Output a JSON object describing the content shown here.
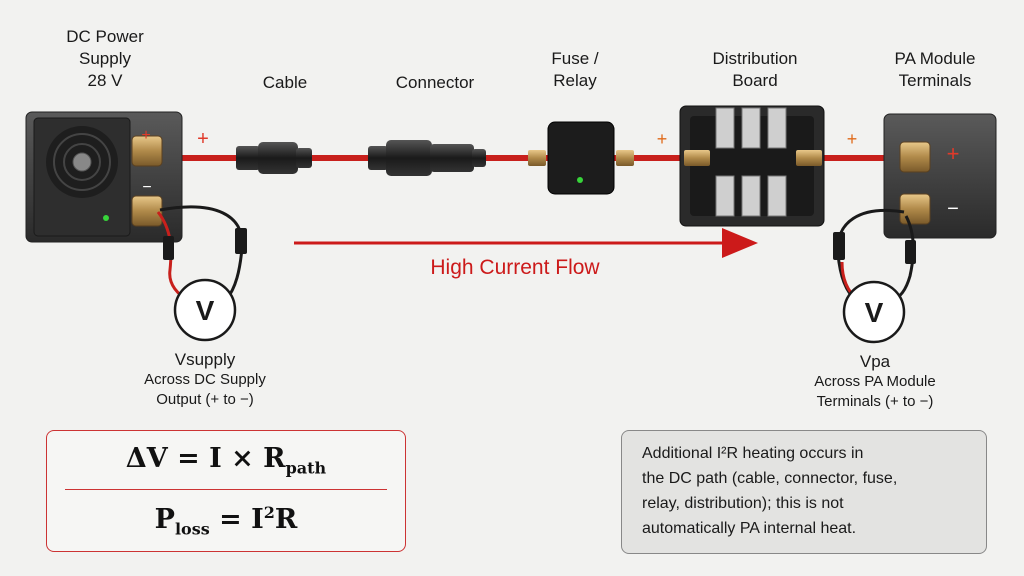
{
  "labels": {
    "power_supply": [
      "DC Power",
      "Supply",
      "28 V"
    ],
    "cable": "Cable",
    "connector": "Connector",
    "fuse_relay": [
      "Fuse /",
      "Relay"
    ],
    "distribution": [
      "Distribution",
      "Board"
    ],
    "pa_module": [
      "PA Module",
      "Terminals"
    ]
  },
  "polarity": {
    "plus": "+",
    "minus": "−"
  },
  "meters": {
    "symbol": "V",
    "supply": {
      "name": "Vsupply",
      "desc": [
        "Across DC Supply",
        "Output (+ to −)"
      ]
    },
    "pa": {
      "name": "Vpa",
      "desc": [
        "Across PA Module",
        "Terminals (+ to −)"
      ]
    }
  },
  "flow_label": "High Current Flow",
  "equations": {
    "dv": {
      "lhs": "ΔV = I × R",
      "sub": "path"
    },
    "ploss": {
      "lhs": "P",
      "sub": "loss",
      "rhs": " = I",
      "sup": "2",
      "tail": "R"
    }
  },
  "note_lines": [
    "Additional I²R heating occurs in",
    "the DC path (cable, connector, fuse,",
    "relay, distribution); this is not",
    "automatically PA internal heat."
  ],
  "colors": {
    "wire_red": "#c8201c",
    "accent_red": "#cc1a1a",
    "orange_plus": "#e06a1a"
  }
}
